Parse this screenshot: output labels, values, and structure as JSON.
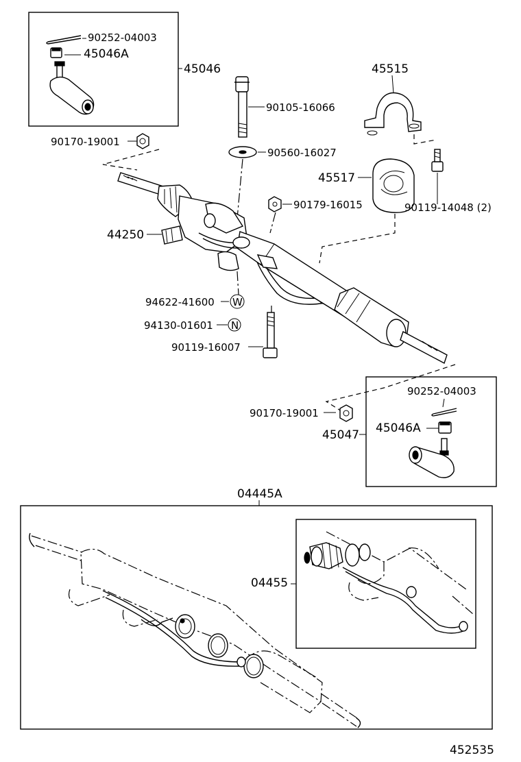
{
  "labels": {
    "p90252_04003_top": "90252-04003",
    "p45046A_top": "45046A",
    "p45046": "45046",
    "p90170_19001_top": "90170-19001",
    "p90105_16066": "90105-16066",
    "p90560_16027": "90560-16027",
    "p45515": "45515",
    "p45517": "45517",
    "p90119_14048": "90119-14048 (2)",
    "p90179_16015": "90179-16015",
    "p44250": "44250",
    "p94622_41600": "94622-41600",
    "p94130_01601": "94130-01601",
    "p90119_16007": "90119-16007",
    "p90252_04003_bottom": "90252-04003",
    "p90170_19001_bottom": "90170-19001",
    "p45046A_bottom": "45046A",
    "p45047": "45047",
    "p04445A": "04445A",
    "p04455": "04455",
    "figure_number": "452535"
  },
  "markers": {
    "washer": "W",
    "nonreusable": "N"
  }
}
